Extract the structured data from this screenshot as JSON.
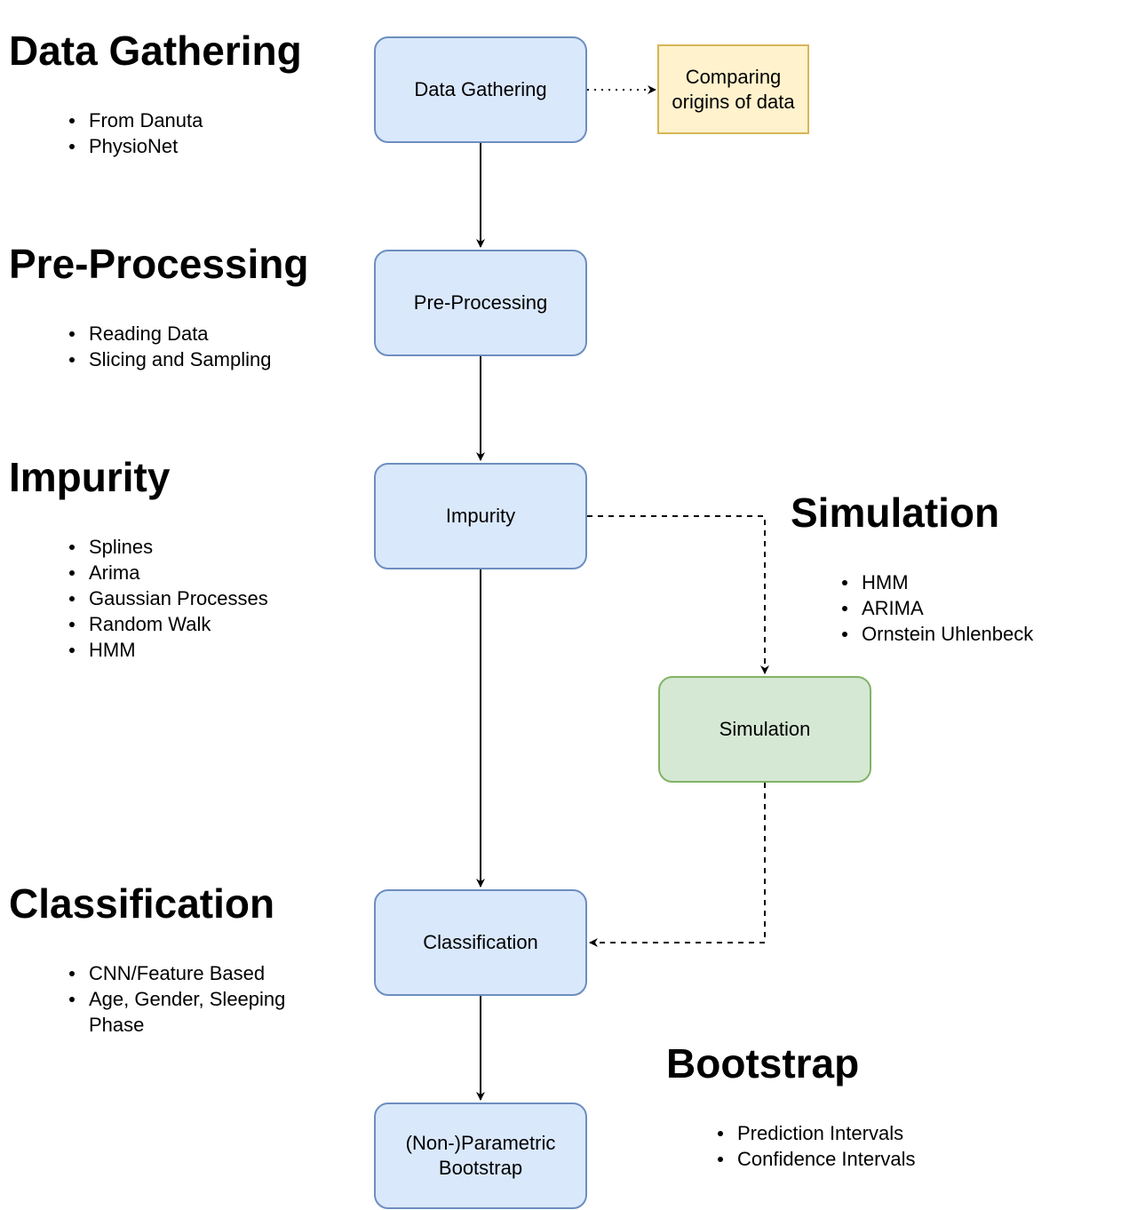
{
  "colors": {
    "process_fill": "#dae8fc",
    "process_stroke": "#6c8ebf",
    "simulation_fill": "#d5e8d4",
    "simulation_stroke": "#82b366",
    "note_fill": "#fff2cc",
    "note_stroke": "#d6b656",
    "line": "#000000"
  },
  "sections": {
    "data_gathering": {
      "heading": "Data Gathering",
      "items": [
        "From Danuta",
        "PhysioNet"
      ]
    },
    "pre_processing": {
      "heading": "Pre-Processing",
      "items": [
        "Reading Data",
        "Slicing and Sampling"
      ]
    },
    "impurity": {
      "heading": "Impurity",
      "items": [
        "Splines",
        "Arima",
        "Gaussian Processes",
        "Random Walk",
        "HMM"
      ]
    },
    "simulation": {
      "heading": "Simulation",
      "items": [
        "HMM",
        "ARIMA",
        "Ornstein Uhlenbeck"
      ]
    },
    "classification": {
      "heading": "Classification",
      "items": [
        "CNN/Feature Based",
        "Age, Gender, Sleeping Phase"
      ]
    },
    "bootstrap": {
      "heading": "Bootstrap",
      "items": [
        "Prediction Intervals",
        "Confidence Intervals"
      ]
    }
  },
  "nodes": {
    "data_gathering": "Data Gathering",
    "pre_processing": "Pre-Processing",
    "impurity": "Impurity",
    "simulation": "Simulation",
    "classification": "Classification",
    "bootstrap": "(Non-)Parametric\nBootstrap",
    "origins_note": "Comparing\norigins of data"
  }
}
